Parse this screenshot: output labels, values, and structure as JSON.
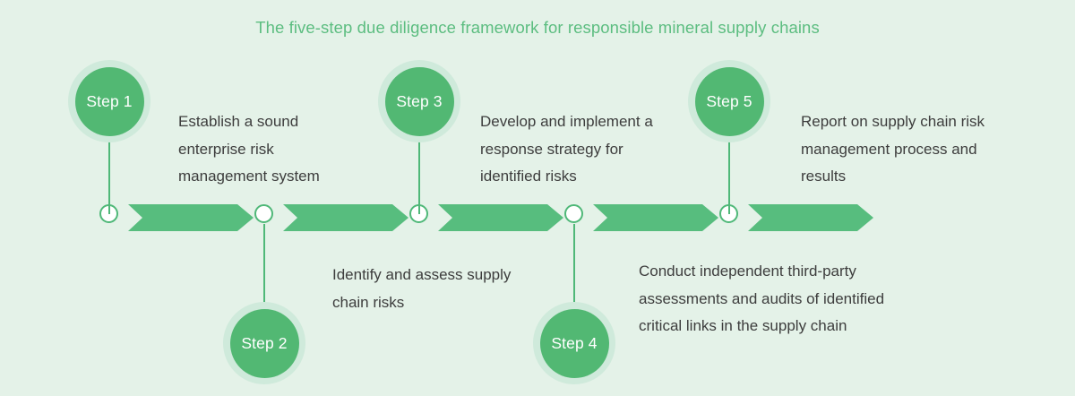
{
  "title": "The five-step due diligence framework for responsible mineral supply chains",
  "colors": {
    "background": "#e4f2e8",
    "accent_green": "#57bd7e",
    "circle_green": "#52b873",
    "halo_green": "#cfeadb",
    "title_green": "#5cbd80",
    "text_gray": "#3d3d3d",
    "marker_white": "#ffffff"
  },
  "steps": [
    {
      "label": "Step 1",
      "description": "Establish a sound enterprise risk management system",
      "position": "above"
    },
    {
      "label": "Step 2",
      "description": "Identify and assess supply chain risks",
      "position": "below"
    },
    {
      "label": "Step 3",
      "description": "Develop and implement a response strategy for identified risks",
      "position": "above"
    },
    {
      "label": "Step 4",
      "description": "Conduct independent third-party assessments and audits of identified critical links in the supply chain",
      "position": "below"
    },
    {
      "label": "Step 5",
      "description": "Report on supply chain risk management process and results",
      "position": "above"
    }
  ],
  "timeline": {
    "segment_count": 5,
    "marker_count": 5
  }
}
